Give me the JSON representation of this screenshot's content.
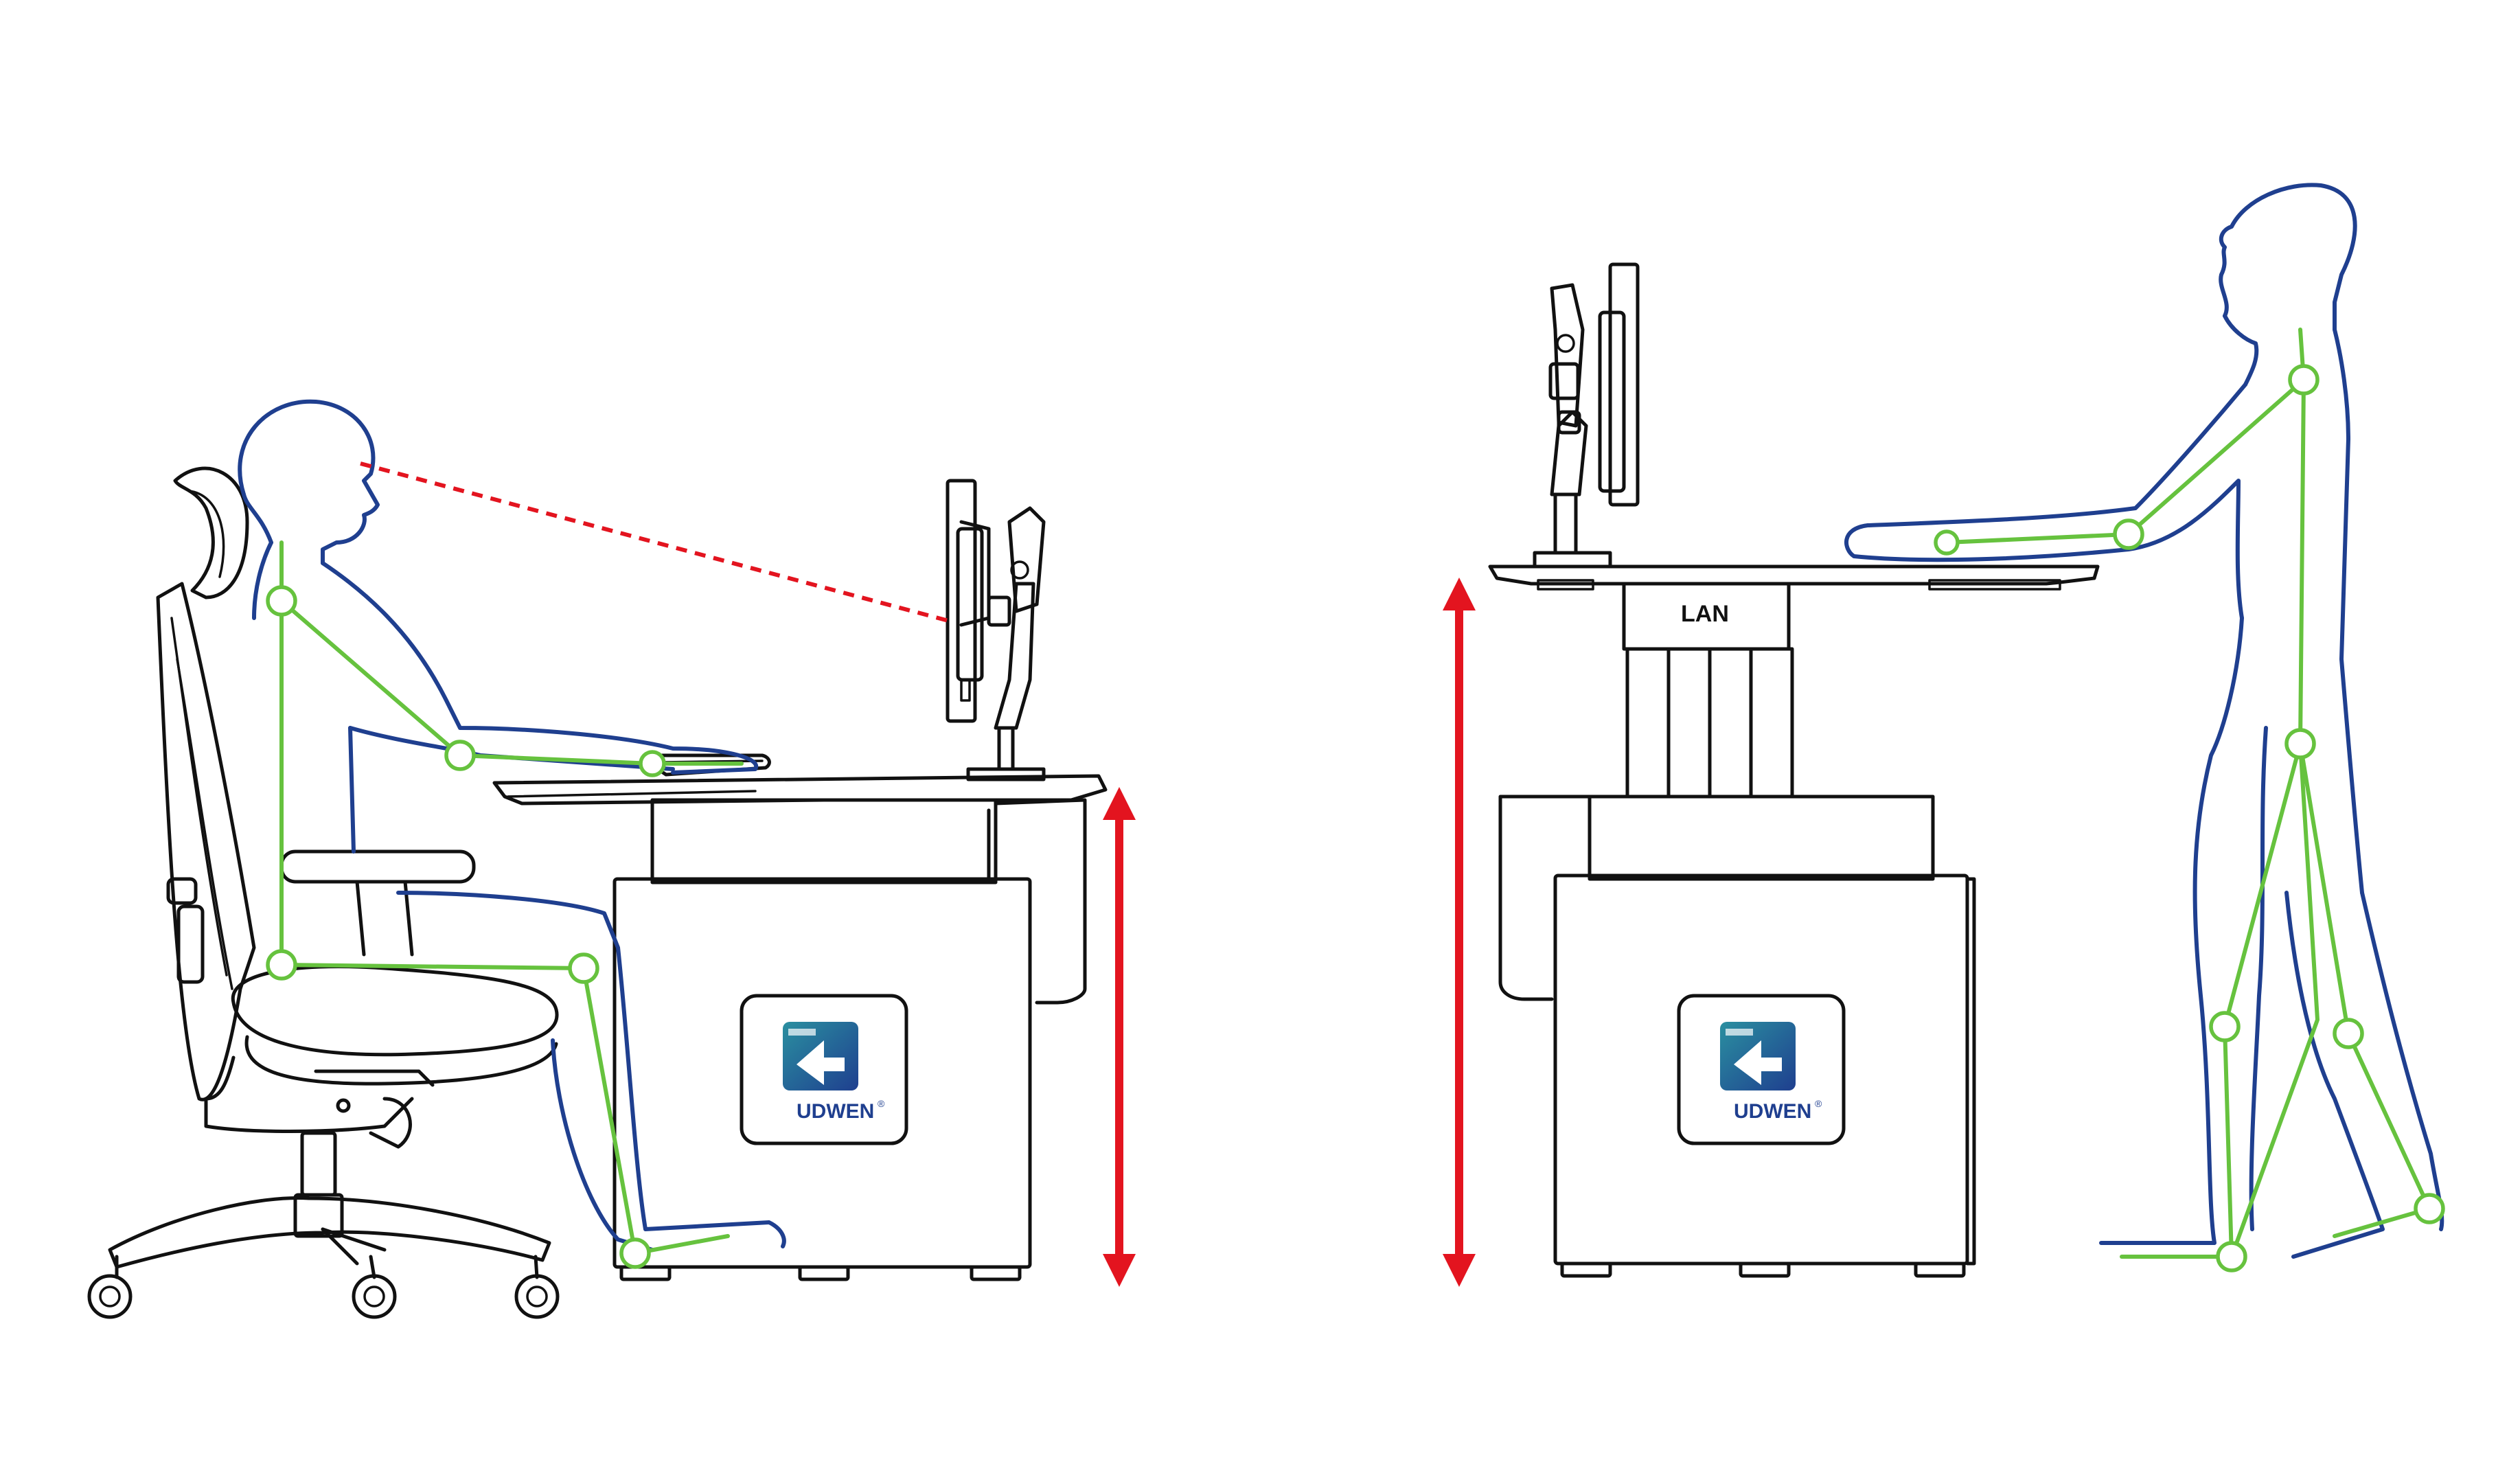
{
  "colors": {
    "body_outline": "#1f3f8f",
    "skeleton": "#66c23e",
    "arrow": "#e3141f",
    "sightline": "#e3141f",
    "furniture": "#111111",
    "logo_dark": "#1f3f8f",
    "logo_teal": "#2a8fa0"
  },
  "seated_desk": {
    "logo_text": "UDWEN",
    "logo_mark": "®"
  },
  "standing_desk": {
    "logo_text": "UDWEN",
    "logo_mark": "®",
    "port_label": "LAN"
  },
  "icons": {
    "height_arrow": "double-headed-arrow-icon",
    "brand": "udwen-logo-icon"
  }
}
